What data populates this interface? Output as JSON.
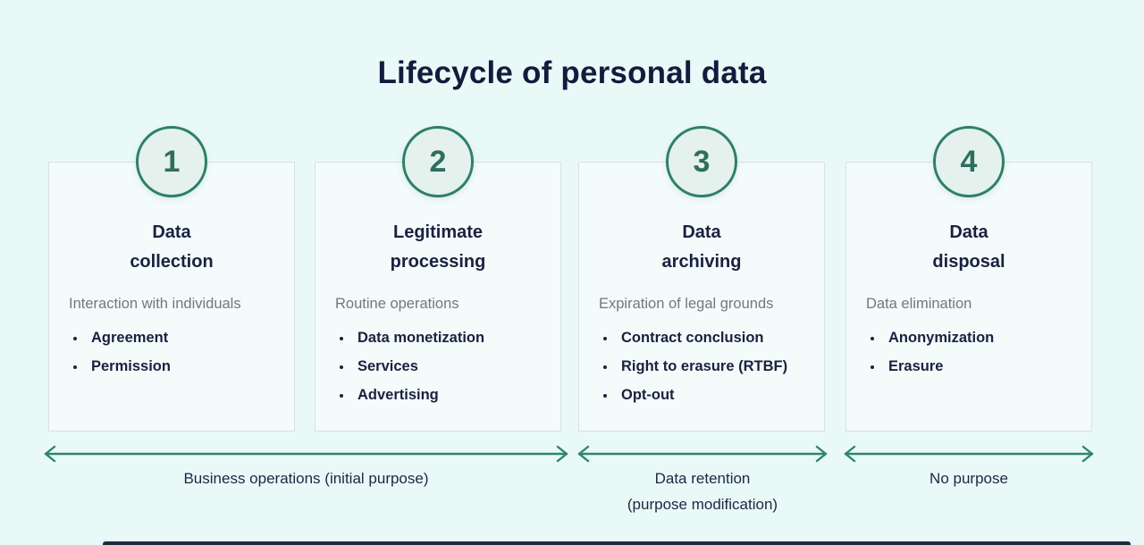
{
  "title": "Lifecycle of personal data",
  "colors": {
    "background": "#e9f9f7",
    "card_background": "#f3fcfa",
    "card_border": "#d9e0e1",
    "accent_teal": "#2e8570",
    "badge_border": "#2e7f6a",
    "badge_fill": "#e4f1ec",
    "heading_navy": "#1a2140",
    "title_navy": "#141b3d",
    "subtitle_gray": "#6f7a7a",
    "bottom_bar": "#1b2a3d"
  },
  "stages": [
    {
      "number": "1",
      "title_line1": "Data",
      "title_line2": "collection",
      "subtitle": "Interaction with individuals",
      "bullets": [
        "Agreement",
        "Permission"
      ]
    },
    {
      "number": "2",
      "title_line1": "Legitimate",
      "title_line2": "processing",
      "subtitle": "Routine operations",
      "bullets": [
        "Data monetization",
        "Services",
        "Advertising"
      ]
    },
    {
      "number": "3",
      "title_line1": "Data",
      "title_line2": "archiving",
      "subtitle": "Expiration of legal grounds",
      "bullets": [
        "Contract conclusion",
        "Right to erasure (RTBF)",
        "Opt-out"
      ]
    },
    {
      "number": "4",
      "title_line1": "Data",
      "title_line2": "disposal",
      "subtitle": "Data elimination",
      "bullets": [
        "Anonymization",
        "Erasure"
      ]
    }
  ],
  "phases": [
    {
      "lines": [
        "Business operations (initial purpose)"
      ]
    },
    {
      "lines": [
        "Data retention",
        "(purpose modification)"
      ]
    },
    {
      "lines": [
        "No purpose"
      ]
    }
  ]
}
